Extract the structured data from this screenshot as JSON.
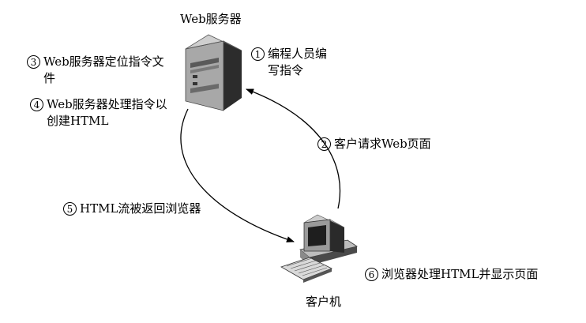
{
  "server": {
    "label": "Web服务器"
  },
  "client": {
    "label": "客户机"
  },
  "steps": [
    {
      "num": "1",
      "text": "编程人员编写指令"
    },
    {
      "num": "2",
      "text": "客户请求Web页面"
    },
    {
      "num": "3",
      "text": "Web服务器定位指令文件"
    },
    {
      "num": "4",
      "text": "Web服务器处理指令以创建HTML"
    },
    {
      "num": "5",
      "text": "HTML流被返回浏览器"
    },
    {
      "num": "6",
      "text": "浏览器处理HTML并显示页面"
    }
  ]
}
